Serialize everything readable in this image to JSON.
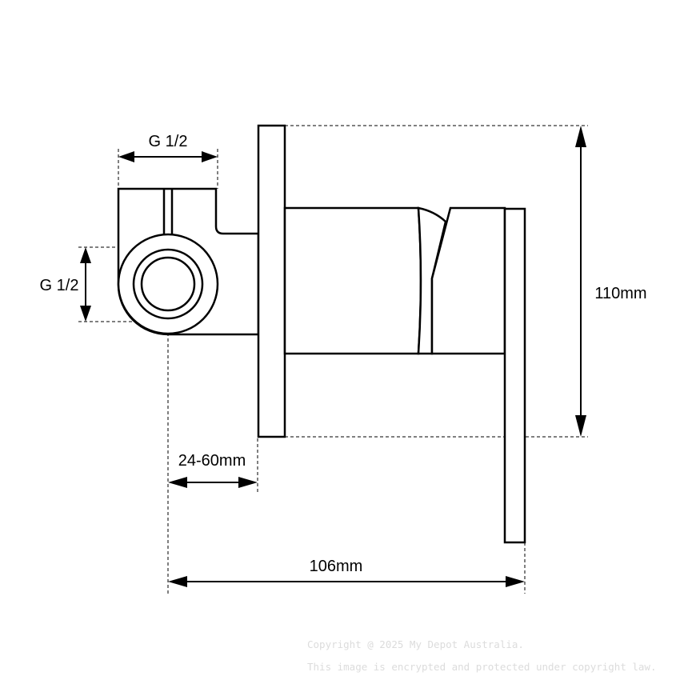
{
  "dimensions": {
    "inlet_width": "G 1/2",
    "outlet_height": "G 1/2",
    "height": "110mm",
    "wall_depth": "24-60mm",
    "total_depth": "106mm"
  },
  "watermark": {
    "line1": "Copyright @ 2025 My Depot Australia.",
    "line2": "This image is encrypted and protected under copyright law."
  }
}
